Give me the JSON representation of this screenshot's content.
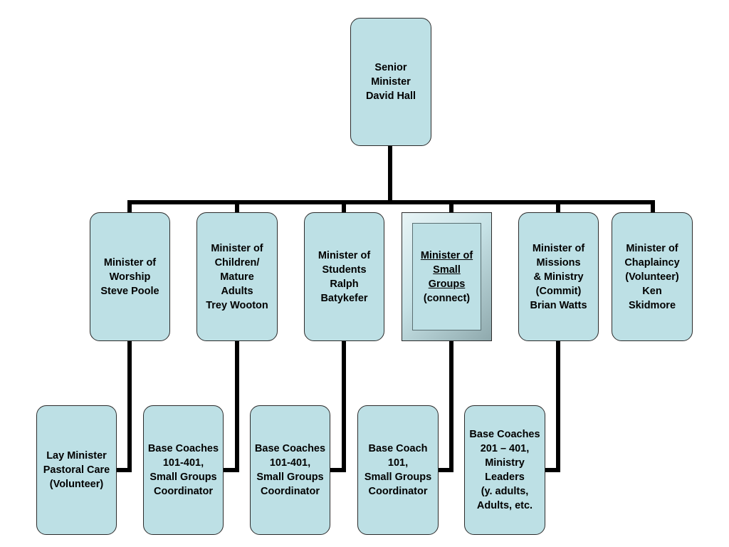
{
  "senior": {
    "text": "Senior\nMinister\nDavid Hall"
  },
  "ministers": {
    "worship": "Minister of\nWorship\nSteve Poole",
    "children": "Minister of\nChildren/\nMature\nAdults\nTrey Wooton",
    "students": "Minister of\nStudents\nRalph\nBatykefer",
    "small_groups_title": "Minister of\nSmall\nGroups",
    "small_groups_sub": "(connect)",
    "missions": "Minister of\nMissions\n& Ministry\n(Commit)\nBrian Watts",
    "chaplaincy": "Minister of\nChaplaincy\n(Volunteer)\nKen\nSkidmore"
  },
  "reports": {
    "lay_minister": "Lay Minister\nPastoral Care\n(Volunteer)",
    "children_coaches": "Base Coaches\n101-401,\nSmall Groups\nCoordinator",
    "students_coaches": "Base Coaches\n101-401,\nSmall Groups\nCoordinator",
    "small_groups_coach": "Base Coach\n101,\nSmall Groups\nCoordinator",
    "missions_coaches": "Base Coaches\n201 – 401,\nMinistry\nLeaders\n(y. adults,\nAdults, etc."
  }
}
